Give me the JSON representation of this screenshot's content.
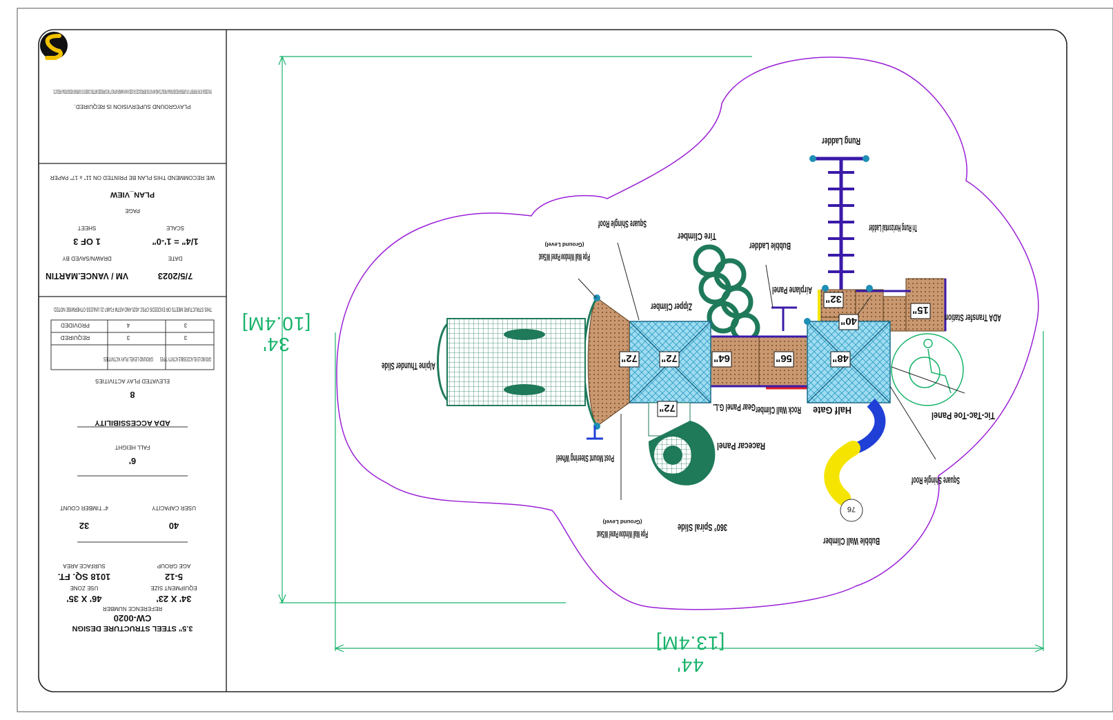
{
  "dimensions": {
    "width_label": "44'",
    "width_metric": "[13.4M]",
    "depth_label": "34'",
    "depth_metric": "[10.4M]"
  },
  "components": {
    "rung_ladder": "Rung Ladder",
    "tri_rung": "Tri Rung Horizontal Ladder",
    "airplane": "Airplane Panel",
    "bubble_ladder": "Bubble Ladder",
    "tire_climber": "Tire Climber",
    "square_roof_top": "Square Shingle Roof",
    "pipe_wall_top": "Pipe Wall Window Panel W/Seat",
    "ground_level_top": "(Ground Level)",
    "zipper": "Zipper Climber",
    "ada_transfer": "ADA Transfer Station",
    "alpine": "Alpine Thunder Slide",
    "gear": "Gear Panel G.L.",
    "rock_wall": "Rock Wall Climber",
    "half_gate": "Half Gate",
    "tictactoe": "Tic-Tac-Toe Panel",
    "post_mount": "Post Mount Steering Wheel",
    "racecar": "Racecar Panel",
    "square_roof_bottom": "Square Shingle Roof",
    "pipe_wall_bottom": "Pipe Wall Window Panel W/Seat",
    "ground_level_bottom": "(Ground Level)",
    "spiral": "360° Spiral Slide",
    "bubble_wall": "Bubble Wall Climber"
  },
  "heights": {
    "h72a": "72\"",
    "h72b": "72\"",
    "h72c": "72\"",
    "h64": "64\"",
    "h56": "56\"",
    "h48": "48\"",
    "h40": "40\"",
    "h32": "32\"",
    "h15": "15\"",
    "h76": "76"
  },
  "title_block": {
    "supervision": "PLAYGROUND SUPERVISION IS REQUIRED.",
    "copyright": "THIS DESIGN IS THE PROPERTY OF SUPERIOR RECREATIONAL PRODUCTS AND MAY NOT BE REPRODUCED OR USED IN ANY MANNER WITHOUT THE EXPRESSED WRITTEN CONSENT OF SUPERIOR RECREATIONAL PRODUCTS.",
    "print_note": "WE RECOMMEND THIS PLAN BE PRINTED ON 11\" x 17\" PAPER",
    "view_name": "PLAN_VIEW",
    "page_label": "PAGE",
    "scale_value": "1/4\" = 1'-0\"",
    "scale_label": "SCALE",
    "sheet_value": "1 OF 3",
    "sheet_label": "SHEET",
    "date_value": "7/5/2023",
    "date_label": "DATE",
    "drawn_value": "VM / VANCE.MARTIN",
    "drawn_label": "DRAWN/SAVED BY",
    "cpsc_note": "THIS STRUCTURE MEETS OR EXCEEDS CPSC #325 AND ASTM F1487-21 UNLESS OTHERWISE NOTED.",
    "table": {
      "headers": [
        "",
        "GROUND LEVEL PLAY ACTIVITIES",
        "GROUND LEVEL ACCESSIBLE ACTIVITY TYPES"
      ],
      "rows": [
        {
          "label": "REQUIRED",
          "v1": "3",
          "v2": "3"
        },
        {
          "label": "PROVIDED",
          "v1": "4",
          "v2": "3"
        }
      ]
    },
    "elevated_value": "8",
    "elevated_label": "ELEVATED PLAY ACTIVITIES",
    "ada_label": "ADA ACCESSIBILITY",
    "fall_value": "6'",
    "fall_label": "FALL HEIGHT",
    "capacity_value": "40",
    "capacity_label": "USER CAPACITY",
    "timber_value": "32",
    "timber_label": "4\" TIMBER COUNT",
    "age_value": "5-12",
    "age_label": "AGE GROUP",
    "surface_value": "1018 SQ. FT.",
    "surface_label": "SURFACE AREA",
    "equip_value": "34' X 23'",
    "equip_label": "EQUIPMENT SIZE",
    "usezone_value": "46' X 35'",
    "usezone_label": "USE ZONE",
    "design_value": "3.5\" STEEL STRUCTURE DESIGN",
    "ref_value": "CW-0020",
    "ref_label": "REFERENCE NUMBER"
  },
  "colors": {
    "border_purple": "#9b1fd6",
    "dim_green": "#17b26a",
    "deck_blue": "#5ec4e6",
    "deck_brown": "#b9865a",
    "slide_green": "#1f7a5a",
    "post_blue": "#1e8fb5",
    "rail_purple": "#3a1aa8",
    "spiral_blue": "#1f3fd6",
    "accent_yellow": "#f5e400"
  }
}
